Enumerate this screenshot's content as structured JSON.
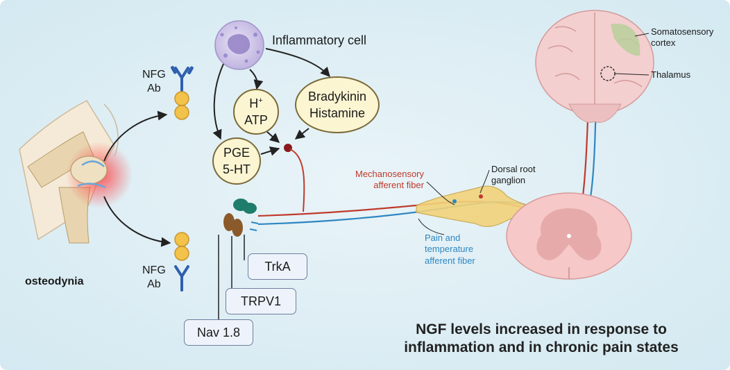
{
  "inflammatory_cell_label": "Inflammatory cell",
  "mediators": {
    "h_atp": {
      "line1": "H",
      "sup": "+",
      "line2": "ATP"
    },
    "bradykinin": {
      "line1": "Bradykinin",
      "line2": "Histamine"
    },
    "pge": {
      "line1": "PGE",
      "line2": "5-HT"
    }
  },
  "antibody_top": {
    "line1": "NFG",
    "line2": "Ab"
  },
  "antibody_bottom": {
    "line1": "NFG",
    "line2": "Ab"
  },
  "condition_label": "osteodynia",
  "receptors": {
    "trka": "TrkA",
    "trpv1": "TRPV1",
    "nav": "Nav 1.8"
  },
  "fibers": {
    "mechanosensory": {
      "line1": "Mechanosensory",
      "line2": "afferent fiber"
    },
    "pain_temp": {
      "line1": "Pain and",
      "line2": "temperature",
      "line3": "afferent fiber"
    },
    "drg": {
      "line1": "Dorsal root",
      "line2": "ganglion"
    }
  },
  "brain": {
    "somatosensory": {
      "line1": "Somatosensory",
      "line2": "cortex"
    },
    "thalamus": "Thalamus"
  },
  "caption": {
    "line1": "NGF levels increased in response to",
    "line2": "inflammation and in chronic pain states"
  },
  "colors": {
    "red_fiber": "#c0392b",
    "blue_fiber": "#2e86c1",
    "background": "#dfeef5"
  }
}
